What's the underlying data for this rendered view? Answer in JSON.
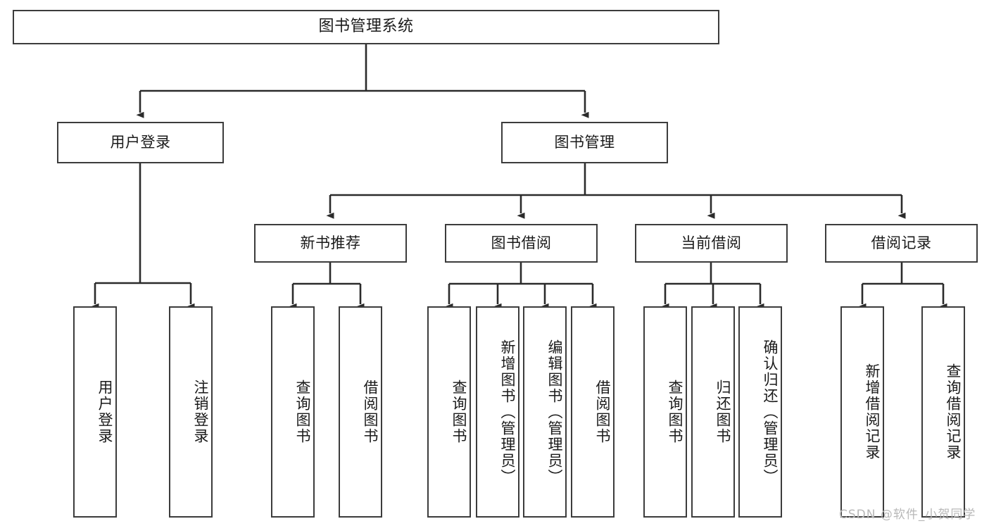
{
  "diagram": {
    "title": "图书管理系统",
    "type": "functional-decomposition-tree",
    "colors": {
      "background": "#ffffff",
      "border": "#3c3c3c",
      "text": "#1a1a1a",
      "connector": "#2b2b2b",
      "watermark": "#b8b8b8"
    },
    "watermark": "CSDN @软件_小贺同学",
    "root": {
      "label": "图书管理系统"
    },
    "level2": [
      {
        "label": "用户登录"
      },
      {
        "label": "图书管理"
      }
    ],
    "level3": [
      {
        "label": "新书推荐"
      },
      {
        "label": "图书借阅"
      },
      {
        "label": "当前借阅"
      },
      {
        "label": "借阅记录"
      }
    ],
    "leaves": {
      "user_login": [
        {
          "label": "用户登录"
        },
        {
          "label": "注销登录"
        }
      ],
      "new_book_recommend": [
        {
          "label": "查询图书"
        },
        {
          "label": "借阅图书"
        }
      ],
      "book_borrow": [
        {
          "label": "查询图书"
        },
        {
          "label": "新增图书（管理员）"
        },
        {
          "label": "编辑图书（管理员）"
        },
        {
          "label": "借阅图书"
        }
      ],
      "current_borrow": [
        {
          "label": "查询图书"
        },
        {
          "label": "归还图书"
        },
        {
          "label": "确认归还（管理员）"
        }
      ],
      "borrow_record": [
        {
          "label": "新增借阅记录"
        },
        {
          "label": "查询借阅记录"
        }
      ]
    }
  }
}
